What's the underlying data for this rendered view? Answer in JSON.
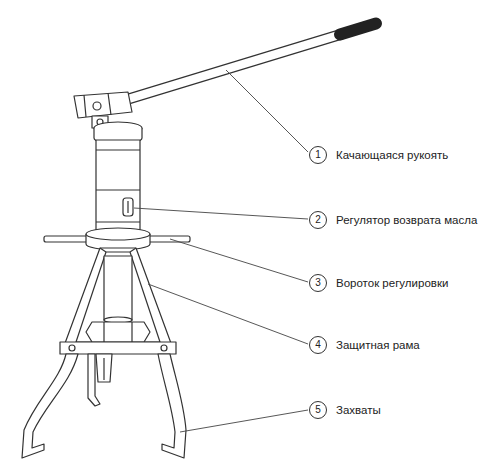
{
  "diagram": {
    "labels": [
      "1",
      "Качающаяся рукоять",
      "2",
      "Регулятор возврата масла",
      "3",
      "Вороток регулировки",
      "4",
      "Защитная рама",
      "5",
      "Захваты"
    ]
  }
}
